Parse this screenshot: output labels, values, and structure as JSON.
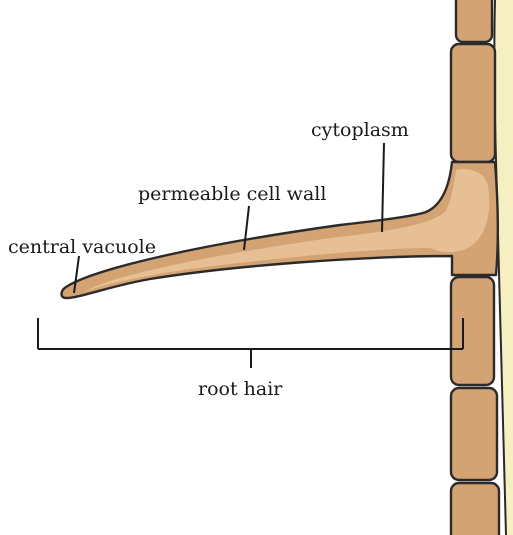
{
  "labels": {
    "cytoplasm": "cytoplasm",
    "cell_wall": "permeable cell wall",
    "vacuole": "central vacuole",
    "root_hair": "root hair"
  },
  "colors": {
    "cell_fill": "#d4a373",
    "cell_inner": "#e7bf95",
    "outline": "#2b2b2b",
    "root_surface": "#f6efc2",
    "line": "#1a1a1a"
  }
}
